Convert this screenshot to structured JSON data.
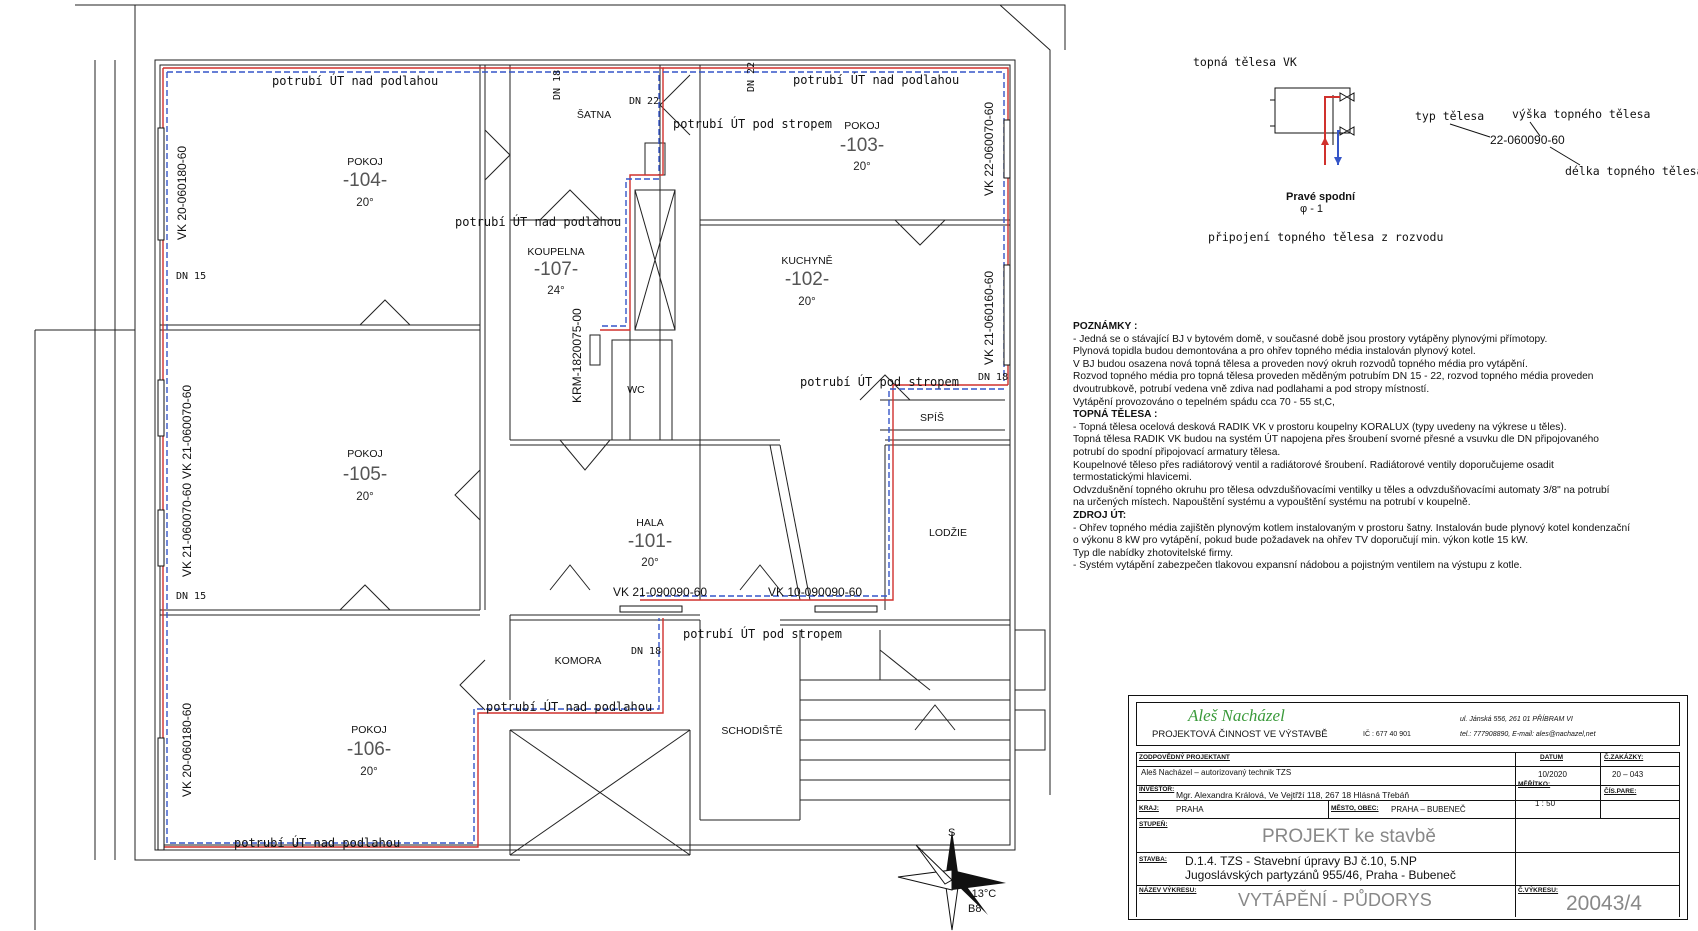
{
  "rooms": [
    {
      "name": "POKOJ",
      "number": "-104-",
      "temp": "20°"
    },
    {
      "name": "ŠATNA"
    },
    {
      "name": "POKOJ",
      "number": "-103-",
      "temp": "20°"
    },
    {
      "name": "KOUPELNA",
      "number": "-107-",
      "temp": "24°"
    },
    {
      "name": "KUCHYNĚ",
      "number": "-102-",
      "temp": "20°"
    },
    {
      "name": "POKOJ",
      "number": "-105-",
      "temp": "20°"
    },
    {
      "name": "WC"
    },
    {
      "name": "SPÍŠ"
    },
    {
      "name": "HALA",
      "number": "-101-",
      "temp": "20°"
    },
    {
      "name": "LODŽIE"
    },
    {
      "name": "KOMORA"
    },
    {
      "name": "POKOJ",
      "number": "-106-",
      "temp": "20°"
    },
    {
      "name": "SCHODIŠTĚ"
    }
  ],
  "pipe_labels": [
    "potrubí ÚT nad podlahou",
    "potrubí ÚT nad podlahou",
    "potrubí ÚT pod stropem",
    "potrubí ÚT nad podlahou",
    "potrubí ÚT pod stropem",
    "potrubí ÚT pod stropem",
    "potrubí ÚT nad podlahou",
    "potrubí ÚT nad podlahou"
  ],
  "dn_labels": [
    "DN 18",
    "DN 22",
    "DN 22",
    "DN 15",
    "DN 18",
    "DN 15",
    "DN 18"
  ],
  "radiators": [
    "VK 20-060180-60",
    "VK 22-060070-60",
    "VK 21-060160-60",
    "KRM-1820075-00",
    "VK 21-060070-60",
    "VK 21-060070-60",
    "VK 21-090090-60",
    "VK 10-090090-60",
    "VK 20-060180-60"
  ],
  "legend": {
    "title": "topná tělesa VK",
    "type_label": "typ tělesa",
    "height_label": "výška topného tělesa",
    "code": "22-060090-60",
    "length_label": "délka topného tělesa",
    "connection_name": "Pravé spodní",
    "connection_code": "φ - 1",
    "connection_label": "připojení topného tělesa z rozvodu"
  },
  "compass": {
    "north": "S",
    "temperature": "-13°C",
    "zone": "B8"
  },
  "notes": [
    {
      "text": "POZNÁMKY :",
      "heading": true
    },
    {
      "text": "- Jedná se o stávající BJ v bytovém domě, v současné době jsou prostory vytápěny plynovými přímotopy."
    },
    {
      "text": "  Plynová topidla budou demontována a pro ohřev topného média instalován plynový kotel."
    },
    {
      "text": "  V BJ budou osazena nová topná tělesa a proveden  nový okruh rozvodů topného média pro vytápění."
    },
    {
      "text": "  Rozvod topného média pro topná tělesa proveden měděným potrubím DN 15 - 22, rozvod topného média  proveden"
    },
    {
      "text": "  dvoutrubkově, potrubí vedena vně zdiva nad podlahami a pod stropy místností."
    },
    {
      "text": "  Vytápění provozováno o tepelném spádu cca 70 - 55 st,C,"
    },
    {
      "text": "TOPNÁ TĚLESA :",
      "heading": true
    },
    {
      "text": "- Topná tělesa ocelová desková RADIK VK v prostoru koupelny  KORALUX  (typy uvedeny na výkrese u těles)."
    },
    {
      "text": "   Topná tělesa RADIK VK  budou na systém ÚT napojena  přes  šroubení svorné přesné  a vsuvku dle  DN připojovaného"
    },
    {
      "text": "   potrubí do spodní připojovací armatury  tělesa."
    },
    {
      "text": "   Koupelnové těleso přes radiátorový ventil a radiátorové šroubení. Radiátorové ventily doporučujeme osadit"
    },
    {
      "text": "   termostatickými hlavicemi."
    },
    {
      "text": "   Odvzdušnění  topného okruhu pro tělesa odvzdušňovacími ventilky u těles a odvzdušňovacími automaty 3/8\"  na potrubí"
    },
    {
      "text": "   na určených místech. Napouštění systému a vypouštění systému na potrubí v koupelně."
    },
    {
      "text": "ZDROJ ÚT:",
      "heading": true
    },
    {
      "text": "- Ohřev topného média zajištěn plynovým kotlem instalovaným v prostoru šatny.  Instalován bude plynový kotel kondenzační"
    },
    {
      "text": "  o výkonu 8 kW pro vytápění, pokud bude požadavek na ohřev TV doporučují min. výkon kotle 15 kW."
    },
    {
      "text": "  Typ dle nabídky zhotovitelské firmy."
    },
    {
      "text": "- Systém vytápění  zabezpečen tlakovou expansní nádobou  a  pojistným  ventilem na výstupu z kotle."
    }
  ],
  "title_block": {
    "company": "Aleš Nacházel",
    "company_sub": "PROJEKTOVÁ ČINNOST VE VÝSTAVBĚ",
    "ico": "IČ : 677 40 901",
    "address": "ul. Jánská 556, 261 01 PŘÍBRAM VI",
    "contact": "tel.:  777908890, E-mail: ales@nachazel,net",
    "responsible_label": "ZODPOVĚDNÝ  PROJEKTANT",
    "responsible": "Aleš Nacházel – autorizovaný technik TZS",
    "date_label": "DATUM",
    "date": "10/2020",
    "order_label": "Č.ZAKÁZKY:",
    "order": "20 – 043",
    "investor_label": "INVESTOR:",
    "investor": "Mgr. Alexandra Králová, Ve Vejtřží 118, 267 18 Hlásná Třebáň",
    "scale_label": "MĚŘÍTKO:",
    "scale": "1 : 50",
    "copy_label": "ČÍS.PARE:",
    "region_label": "KRAJ:",
    "region": "PRAHA",
    "city_label": "MĚSTO, OBEC:",
    "city": "PRAHA – BUBENEČ",
    "stage_label": "STUPEŇ:",
    "stage": "PROJEKT  ke stavbě",
    "building_label": "STAVBA:",
    "building1": "D.1.4. TZS - Stavební úpravy BJ č.10, 5.NP",
    "building2": "Jugoslávských partyzánů  955/46, Praha - Bubeneč",
    "drawing_label": "NÁZEV VÝKRESU:",
    "drawing": "VYTÁPĚNÍ - PŮDORYS",
    "drawing_no_label": "Č.VÝKRESU:",
    "drawing_no": "20043/4"
  }
}
